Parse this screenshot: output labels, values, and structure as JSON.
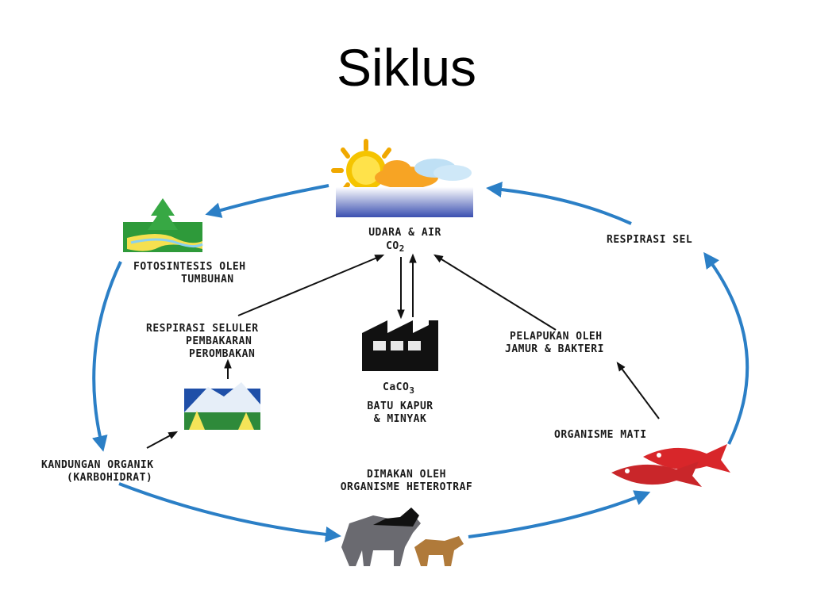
{
  "slide": {
    "title": "Siklus"
  },
  "diagram": {
    "nodes": {
      "udara_air": "UDARA & AIR",
      "co2": "CO",
      "co2_sub": "2",
      "fotosintesis_1": "FOTOSINTESIS OLEH",
      "fotosintesis_2": "TUMBUHAN",
      "respirasi_sel": "RESPIRASI SEL",
      "respirasi_seluler_1": "RESPIRASI SELULER",
      "respirasi_seluler_2": "PEMBAKARAN",
      "respirasi_seluler_3": "PEROMBAKAN",
      "caco3": "CaCO",
      "caco3_sub": "3",
      "batu_kapur_1": "BATU KAPUR",
      "batu_kapur_2": "& MINYAK",
      "pelapukan_1": "PELAPUKAN OLEH",
      "pelapukan_2": "JAMUR & BAKTERI",
      "organisme_mati": "ORGANISME MATI",
      "kandungan_1": "KANDUNGAN ORGANIK",
      "kandungan_2": "(KARBOHIDRAT)",
      "dimakan_1": "DIMAKAN OLEH",
      "dimakan_2": "ORGANISME HETEROTRAF"
    },
    "colors": {
      "cycle_arrow": "#2b7fc6",
      "sun": "#f5c400",
      "sun_ray": "#f0a800",
      "forest": "#2e9a3a",
      "fish": "#d8262a",
      "factory": "#111111"
    }
  }
}
